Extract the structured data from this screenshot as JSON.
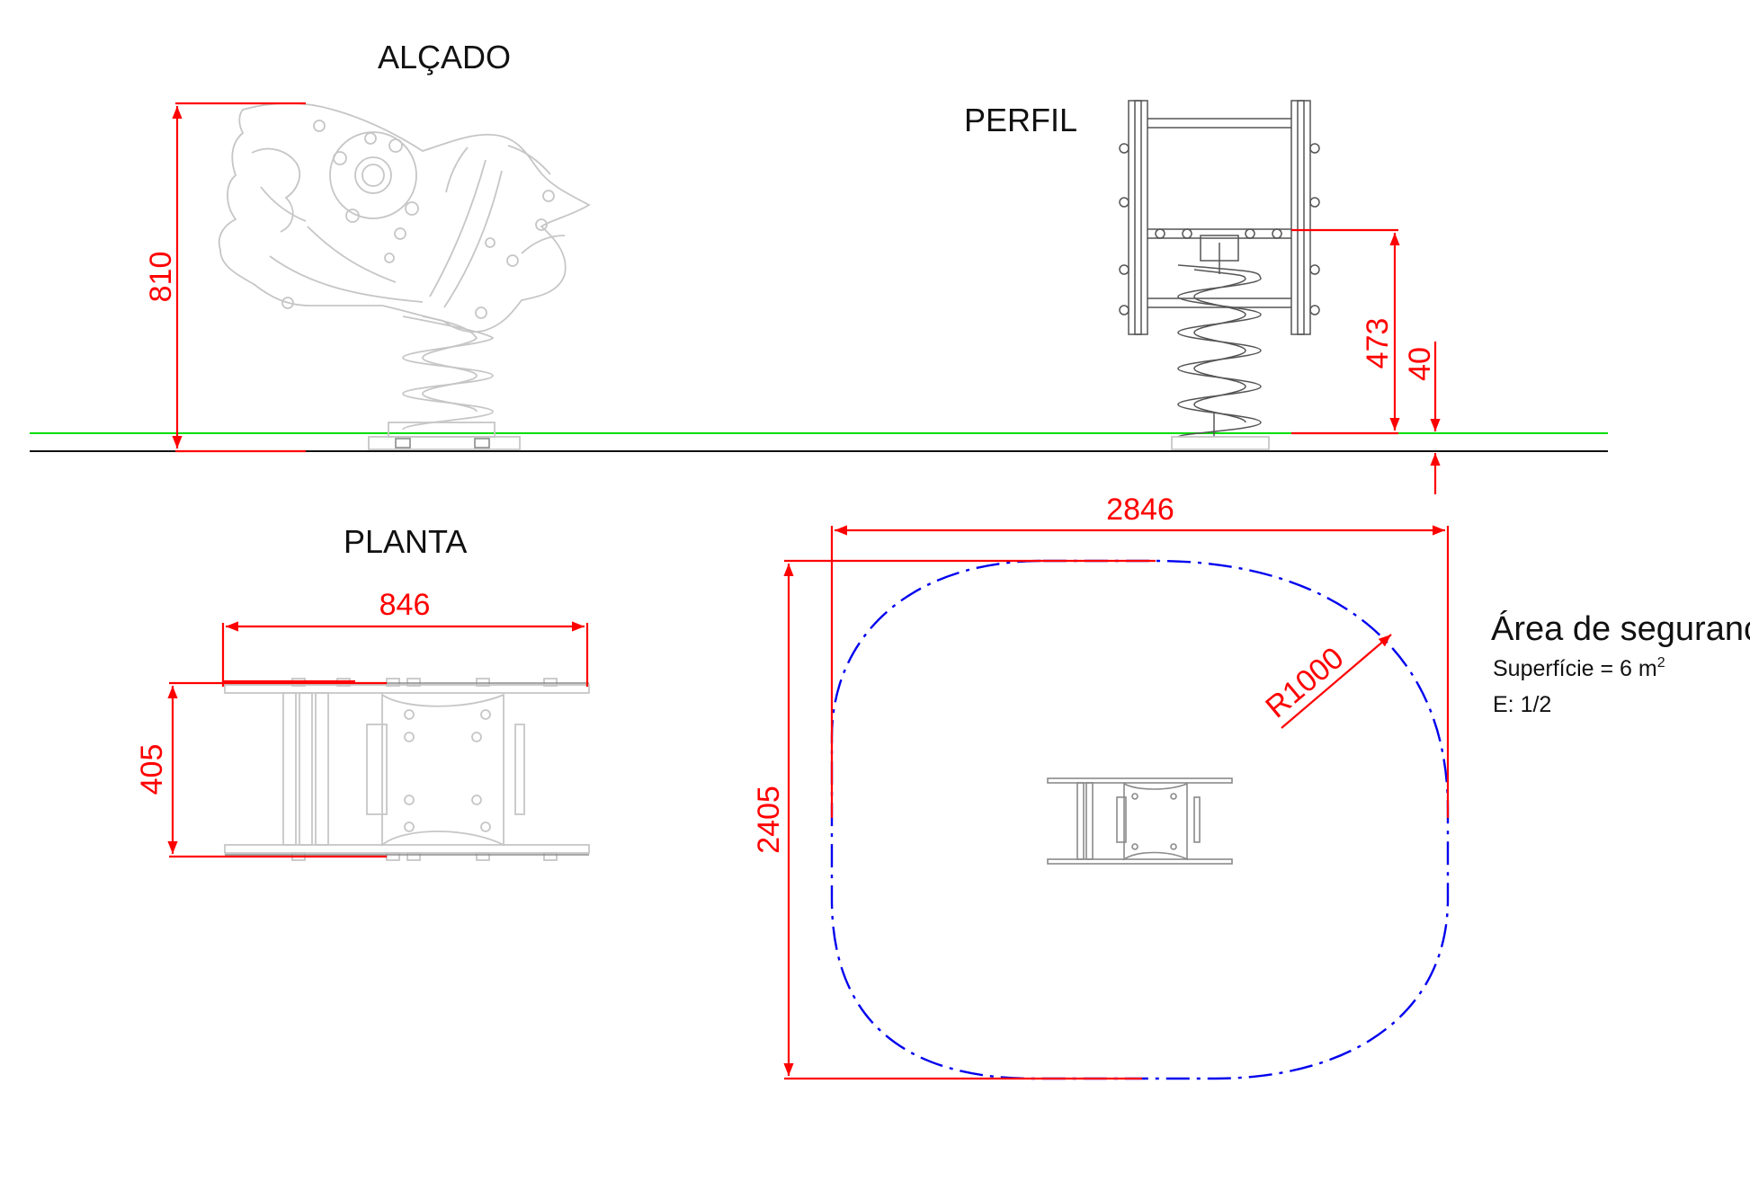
{
  "views": {
    "elevation": "ALÇADO",
    "profile": "PERFIL",
    "plan": "PLANTA"
  },
  "dimensions": {
    "elevation_height": "810",
    "profile_seat_height": "473",
    "profile_base": "40",
    "plan_length": "846",
    "plan_width": "405",
    "safety_length": "2846",
    "safety_width": "2405",
    "safety_radius": "R1000"
  },
  "safety_area": {
    "heading": "Área de segurança",
    "surface_text": "Superfície = 6 m",
    "surface_exp": "2",
    "scale": "E: 1/2"
  },
  "colors": {
    "dimension": "#ff0000",
    "ground": "#00dd00",
    "safety_outline": "#0000ee",
    "object": "#c6c6c6"
  }
}
